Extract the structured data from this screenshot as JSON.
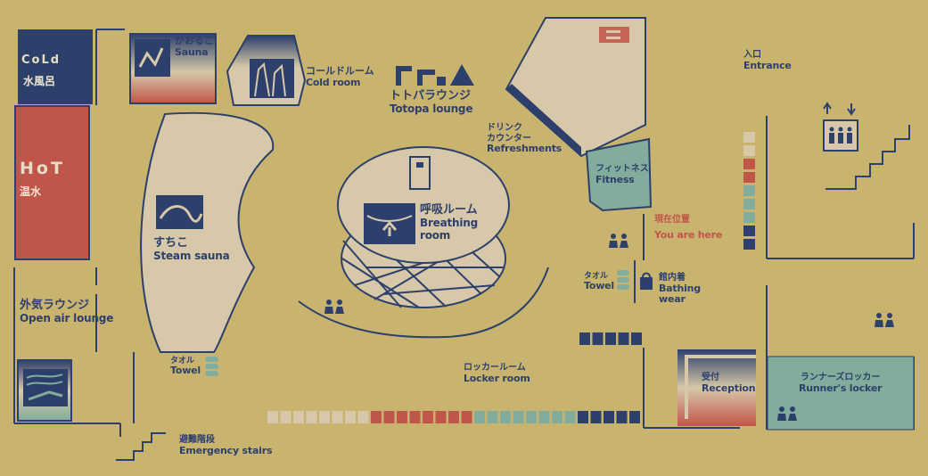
{
  "legend_colors": {
    "navy": "#2d3f6b",
    "red": "#c0554a",
    "teal": "#82ad9c",
    "cream": "#d6c8a8",
    "background": "#c9b46f"
  },
  "areas": {
    "cold_bath": {
      "word": "CoLd",
      "jp": "水風呂"
    },
    "hot_bath": {
      "word": "HoT",
      "jp": "温水"
    },
    "sauna": {
      "jp": "かおるこ",
      "en": "Sauna"
    },
    "cold_room": {
      "jp": "コールドルーム",
      "en": "Cold room"
    },
    "totopa": {
      "jp": "トトパラウンジ",
      "en": "Totopa lounge"
    },
    "refreshments": {
      "jp1": "ドリンク",
      "jp2": "カウンター",
      "en": "Refreshments"
    },
    "entrance": {
      "jp": "入口",
      "en": "Entrance"
    },
    "fitness": {
      "jp": "フィットネス",
      "en": "Fitness"
    },
    "steam_sauna": {
      "jp": "すちこ",
      "en": "Steam sauna"
    },
    "breathing_room": {
      "jp": "呼吸ルーム",
      "en1": "Breathing",
      "en2": "room"
    },
    "you_are_here": {
      "jp": "現在位置",
      "en": "You are here"
    },
    "towel_right": {
      "jp": "タオル",
      "en": "Towel"
    },
    "bathing_wear": {
      "jp": "館内着",
      "en1": "Bathing",
      "en2": "wear"
    },
    "open_air_lounge": {
      "jp": "外気ラウンジ",
      "en": "Open air lounge"
    },
    "towel_left": {
      "jp": "タオル",
      "en": "Towel"
    },
    "locker_room": {
      "jp": "ロッカールーム",
      "en": "Locker room"
    },
    "reception": {
      "jp": "受付",
      "en": "Reception"
    },
    "runners_locker": {
      "jp": "ランナーズロッカー",
      "en": "Runner's locker"
    },
    "emergency_stairs": {
      "jp": "避難階段",
      "en": "Emergency stairs"
    }
  },
  "icons": [
    "elevator-icon",
    "restroom-icon",
    "towel-icon",
    "bag-icon",
    "sauna-icon",
    "cold-room-icon",
    "steam-sauna-icon",
    "breathing-icon",
    "lounge-icon",
    "totopa-logo"
  ]
}
